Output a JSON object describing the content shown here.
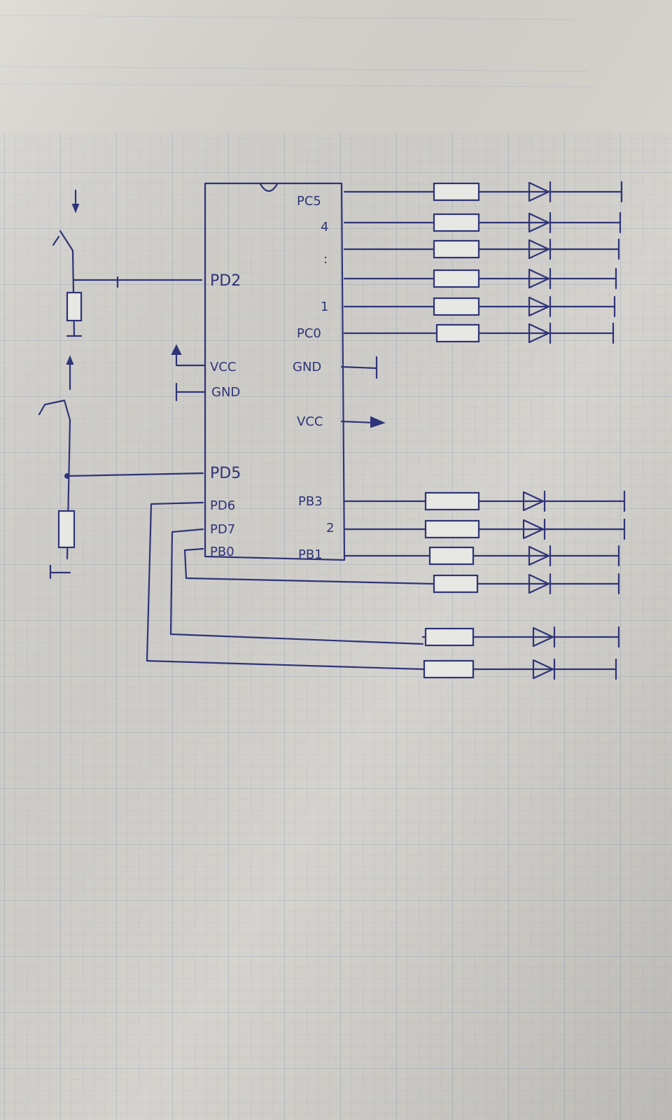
{
  "schematic": {
    "chip": {
      "left_pins": [
        "PD2",
        "VCC",
        "GND",
        "PD5",
        "PD6",
        "PD7",
        "PB0"
      ],
      "right_pins": [
        "PC5",
        "4",
        ":",
        "1",
        "PC0",
        "GND",
        "VCC",
        "PB3",
        "2",
        "PB1"
      ]
    }
  },
  "colors": {
    "ink": "#2e3478",
    "paper": "#dcdad5",
    "grid": "#b8bdc8"
  }
}
